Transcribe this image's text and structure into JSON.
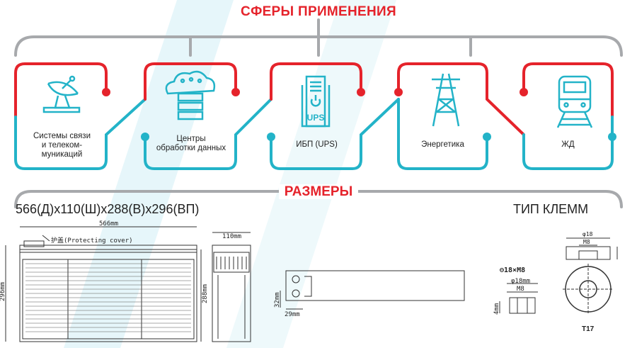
{
  "header": {
    "title": "СФЕРЫ ПРИМЕНЕНИЯ"
  },
  "applications": [
    {
      "icon": "satellite-dish-icon",
      "label_lines": [
        "Системы связи",
        "и телеком-",
        "муникаций"
      ]
    },
    {
      "icon": "cloud-server-icon",
      "label_lines": [
        "Центры",
        "обработки данных"
      ]
    },
    {
      "icon": "ups-icon",
      "label_lines": [
        "ИБП (UPS)"
      ]
    },
    {
      "icon": "power-tower-icon",
      "label_lines": [
        "Энергетика"
      ]
    },
    {
      "icon": "train-icon",
      "label_lines": [
        "ЖД"
      ]
    }
  ],
  "sizes": {
    "title": "РАЗМЕРЫ",
    "dimensions": "566(Д)x110(Ш)x288(В)x296(ВП)",
    "terminal_type_label": "ТИП КЛЕММ"
  },
  "drawing": {
    "length": "566mm",
    "width": "110mm",
    "height_left": "296mm",
    "height_right": "288mm",
    "cover": "护盖(Protecting cover)",
    "dim_32": "32mm",
    "dim_29": "29mm",
    "thread": "⊖18×M8",
    "dia": "φ18mm",
    "m8": "M8",
    "thk": "4mm",
    "t_dia": "φ18",
    "t_m8": "M8",
    "terminal_code": "T17"
  },
  "colors": {
    "red": "#e5232b",
    "teal": "#23b3c8",
    "grey": "#a7a9ac"
  }
}
